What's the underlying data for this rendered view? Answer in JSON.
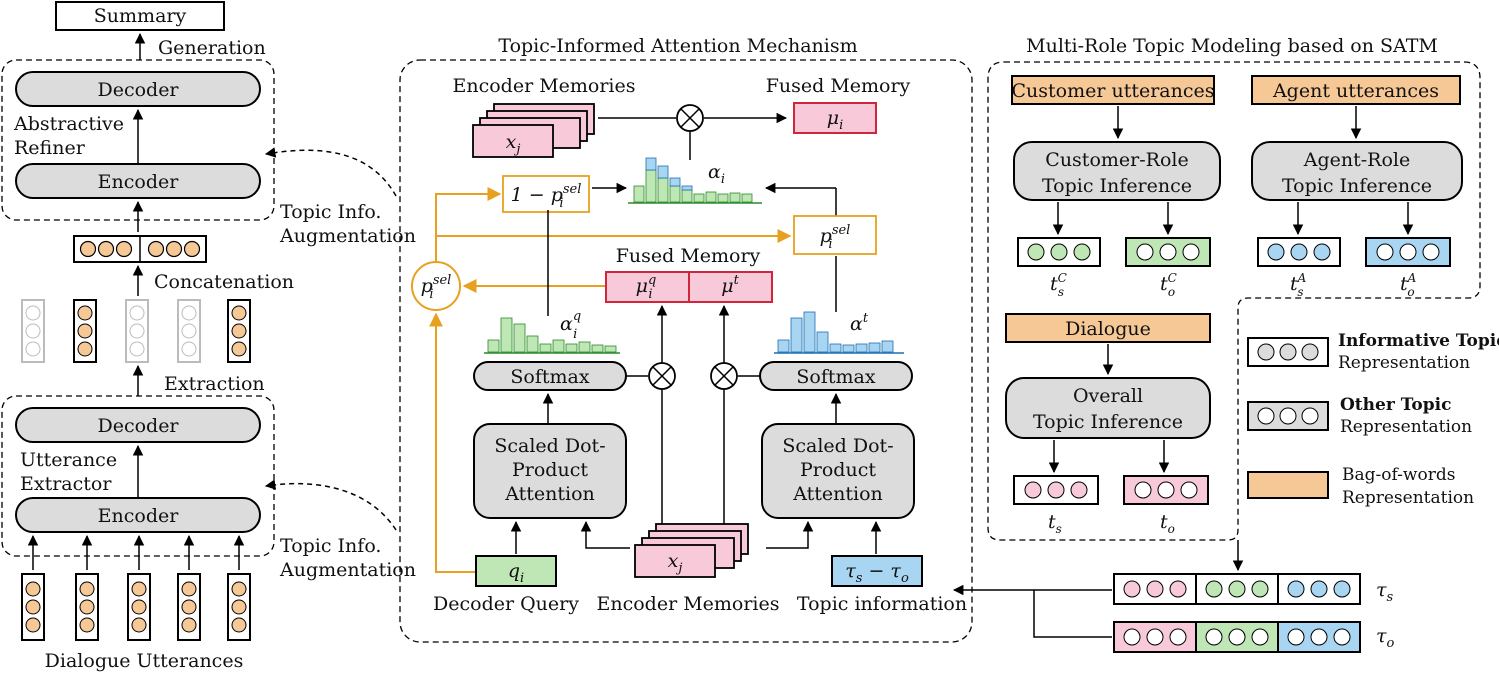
{
  "left": {
    "summary": "Summary",
    "generation": "Generation",
    "decoder_top": "Decoder",
    "abstractive_refiner_line1": "Abstractive",
    "abstractive_refiner_line2": "Refiner",
    "encoder_top": "Encoder",
    "topic_aug_top_line1": "Topic Info.",
    "topic_aug_top_line2": "Augmentation",
    "concatenation": "Concatenation",
    "extraction": "Extraction",
    "decoder_bottom": "Decoder",
    "utterance_extractor_line1": "Utterance",
    "utterance_extractor_line2": "Extractor",
    "encoder_bottom": "Encoder",
    "topic_aug_bottom_line1": "Topic Info.",
    "topic_aug_bottom_line2": "Augmentation",
    "dialogue_utterances": "Dialogue Utterances"
  },
  "middle": {
    "title": "Topic-Informed Attention Mechanism",
    "encoder_memories_top": "Encoder Memories",
    "fused_memory_top": "Fused Memory",
    "x_j": "x",
    "x_j_sub": "j",
    "mu_i": "μ",
    "mu_i_sub": "i",
    "alpha_i": "α",
    "alpha_i_sub": "i",
    "one_minus_p": "1 − p",
    "p_sup": "sel",
    "p_sub": "i",
    "p": "p",
    "fused_memory_mid": "Fused Memory",
    "mu_q": "μ",
    "mu_q_sup": "q",
    "mu_q_sub": "i",
    "mu_t": "μ",
    "mu_t_sup": "t",
    "alpha_q": "α",
    "alpha_q_sup": "q",
    "alpha_q_sub": "i",
    "alpha_t": "α",
    "alpha_t_sup": "t",
    "softmax_left": "Softmax",
    "softmax_right": "Softmax",
    "sdp_left_line1": "Scaled Dot-",
    "sdp_left_line2": "Product",
    "sdp_left_line3": "Attention",
    "sdp_right_line1": "Scaled Dot-",
    "sdp_right_line2": "Product",
    "sdp_right_line3": "Attention",
    "q_i": "q",
    "q_i_sub": "i",
    "tau_diff": "τ",
    "tau_diff_sub1": "s",
    "tau_diff_minus": " − τ",
    "tau_diff_sub2": "o",
    "decoder_query": "Decoder Query",
    "encoder_memories_bottom": "Encoder Memories",
    "topic_information": "Topic information"
  },
  "right": {
    "title": "Multi-Role Topic Modeling based on SATM",
    "customer_utterances": "Customer utterances",
    "agent_utterances": "Agent utterances",
    "customer_inference_line1": "Customer-Role",
    "customer_inference_line2": "Topic Inference",
    "agent_inference_line1": "Agent-Role",
    "agent_inference_line2": "Topic Inference",
    "t": "t",
    "sub_s": "s",
    "sub_o": "o",
    "sup_c": "C",
    "sup_a": "A",
    "dialogue": "Dialogue",
    "overall_inference_line1": "Overall",
    "overall_inference_line2": "Topic Inference",
    "tau": "τ",
    "legend_informative": "Informative Topic",
    "legend_informative_sub": "Representation",
    "legend_other": "Other Topic",
    "legend_other_sub": "Representation",
    "legend_bow_line1": "Bag-of-words",
    "legend_bow_line2": "Representation"
  },
  "colors": {
    "orange": "#f6c896",
    "pink": "#f7c9d9",
    "green": "#bfe7b5",
    "blue": "#a8d6f2",
    "red_border": "#d0263b",
    "orange_line": "#e8a020",
    "grey": "#dcdcdc"
  }
}
